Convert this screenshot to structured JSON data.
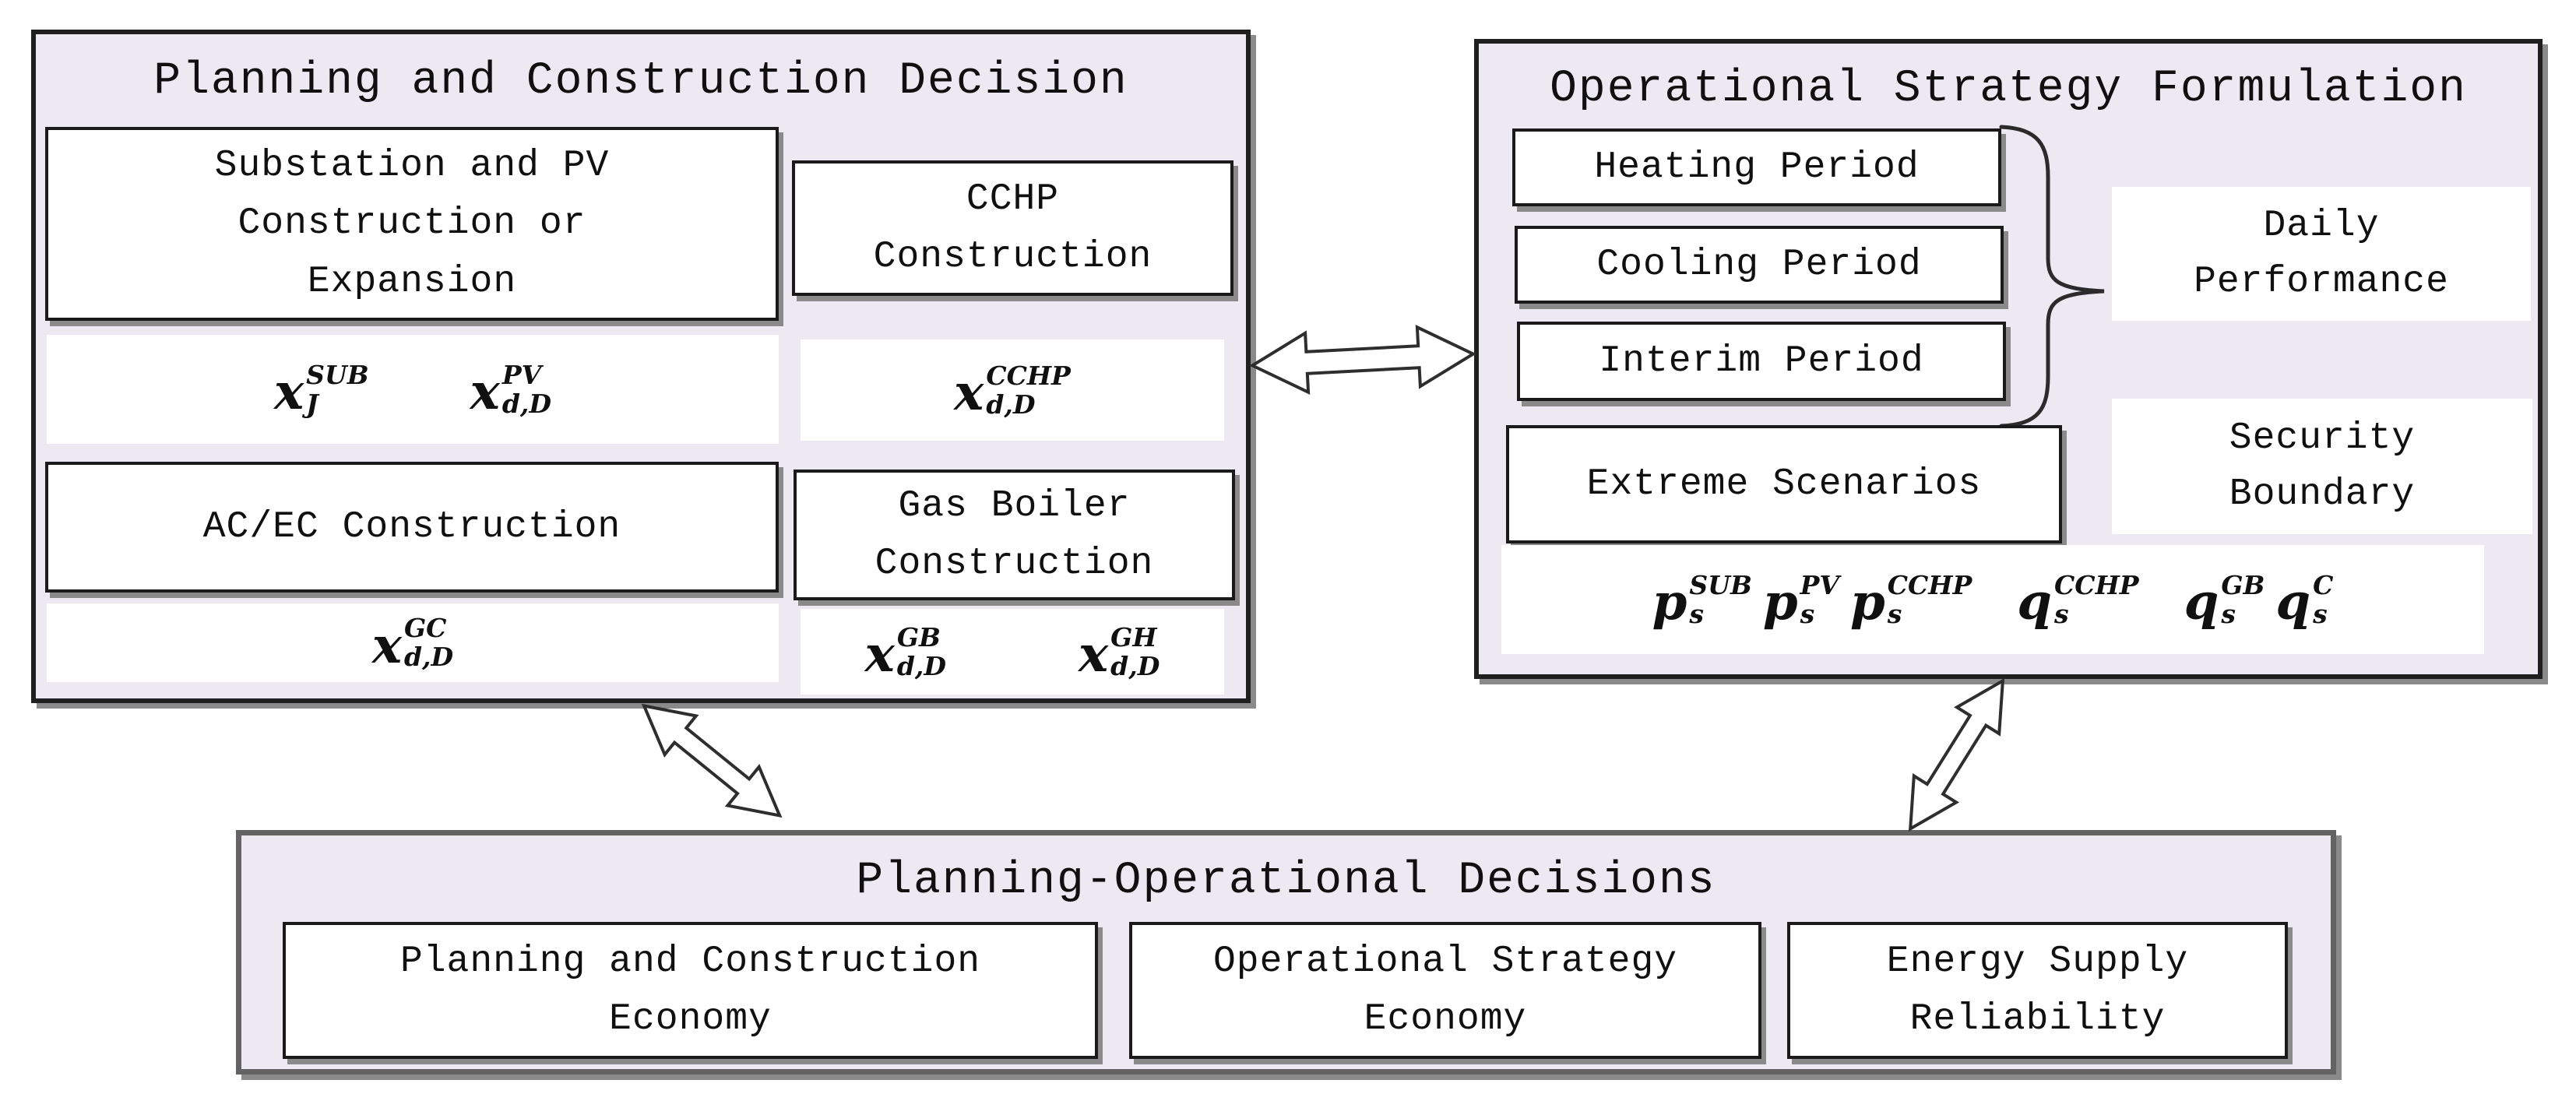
{
  "colors": {
    "panel_bg": "#EDE9F2",
    "box_bg": "#FFFFFF",
    "panel_border": "#1F1F1F",
    "bottom_panel_border": "#636363",
    "box_border": "#1A1A1A",
    "shadow": "#8A8A8A",
    "text": "#101010"
  },
  "icons": {
    "planning_operational_link": "double-arrow-horizontal",
    "planning_decisions_link": "double-arrow-diagonal",
    "operational_decisions_link": "double-arrow-diagonal",
    "periods_group": "right-curly-brace"
  },
  "planning": {
    "title": "Planning and Construction Decision",
    "substation_label": "Substation and PV\nConstruction or\nExpansion",
    "cchp_label": "CCHP\nConstruction",
    "acec_label": "AC/EC Construction",
    "gas_boiler_label": "Gas Boiler\nConstruction",
    "math_row1": [
      {
        "base": "x",
        "sup": "SUB",
        "sub": "J"
      },
      {
        "base": "x",
        "sup": "PV",
        "sub": "d,D"
      }
    ],
    "math_cchp": [
      {
        "base": "x",
        "sup": "CCHP",
        "sub": "d,D"
      }
    ],
    "math_gc": [
      {
        "base": "x",
        "sup": "GC",
        "sub": "d,D"
      }
    ],
    "math_gbgh": [
      {
        "base": "x",
        "sup": "GB",
        "sub": "d,D"
      },
      {
        "base": "x",
        "sup": "GH",
        "sub": "d,D"
      }
    ]
  },
  "operational": {
    "title": "Operational Strategy Formulation",
    "periods": [
      {
        "label": "Heating Period"
      },
      {
        "label": "Cooling Period"
      },
      {
        "label": "Interim Period"
      }
    ],
    "daily_label": "Daily\nPerformance",
    "extreme_label": "Extreme Scenarios",
    "security_label": "Security\nBoundary",
    "formula": [
      {
        "base": "p",
        "sup": "SUB",
        "sub": "s"
      },
      {
        "base": "p",
        "sup": "PV",
        "sub": "s"
      },
      {
        "base": "p",
        "sup": "CCHP",
        "sub": "s"
      },
      {
        "base": "q",
        "sup": "CCHP",
        "sub": "s"
      },
      {
        "base": "q",
        "sup": "GB",
        "sub": "s"
      },
      {
        "base": "q",
        "sup": "C",
        "sub": "s"
      }
    ]
  },
  "decisions": {
    "title": "Planning-Operational Decisions",
    "boxes": [
      {
        "label": "Planning and Construction\nEconomy"
      },
      {
        "label": "Operational Strategy\nEconomy"
      },
      {
        "label": "Energy Supply\nReliability"
      }
    ]
  }
}
